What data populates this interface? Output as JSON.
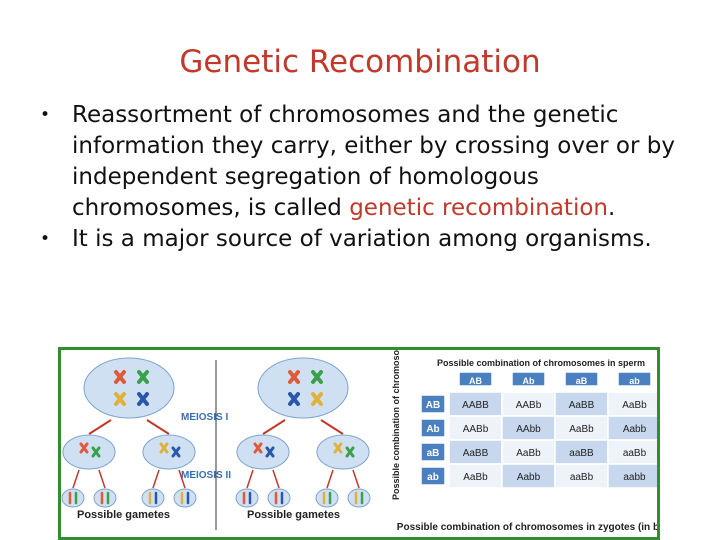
{
  "slide": {
    "title": "Genetic Recombination",
    "bullet1_text": "Reassortment of chromosomes and the genetic information they carry, either by crossing over or by independent segregation of homologous chromosomes, is called ",
    "bullet1_highlight": "genetic recombination",
    "bullet1_end": ".",
    "bullet2_text": "It is a major source of variation among organisms.",
    "bullet_symbol": "•",
    "highlight_color": "#c0392b"
  },
  "figure": {
    "meiosis1_label": "MEIOSIS I",
    "meiosis2_label": "MEIOSIS II",
    "gametes_label": "Possible gametes",
    "sperm_caption": "Possible combination of chromosomes in sperm",
    "eggs_caption": "Possible combination of chromosomes in eggs",
    "zygotes_caption": "Possible combination of chromosomes in zygotes (in boxes)",
    "col_headers": [
      "AB",
      "Ab",
      "aB",
      "ab"
    ],
    "row_headers": [
      "AB",
      "Ab",
      "aB",
      "ab"
    ],
    "cells": [
      [
        "AABB",
        "AABb",
        "AaBB",
        "AaBb"
      ],
      [
        "AABb",
        "AAbb",
        "AaBb",
        "Aabb"
      ],
      [
        "AaBB",
        "AaBb",
        "aaBB",
        "aaBb"
      ],
      [
        "AaBb",
        "Aabb",
        "aaBb",
        "aabb"
      ]
    ],
    "colors": {
      "border": "#2f8f2f",
      "header_blue": "#4a7fc0",
      "cell_blue": "#d9e6f5",
      "cell_light": "#eef3fa",
      "cell_dark": "#c7d8ee"
    }
  }
}
